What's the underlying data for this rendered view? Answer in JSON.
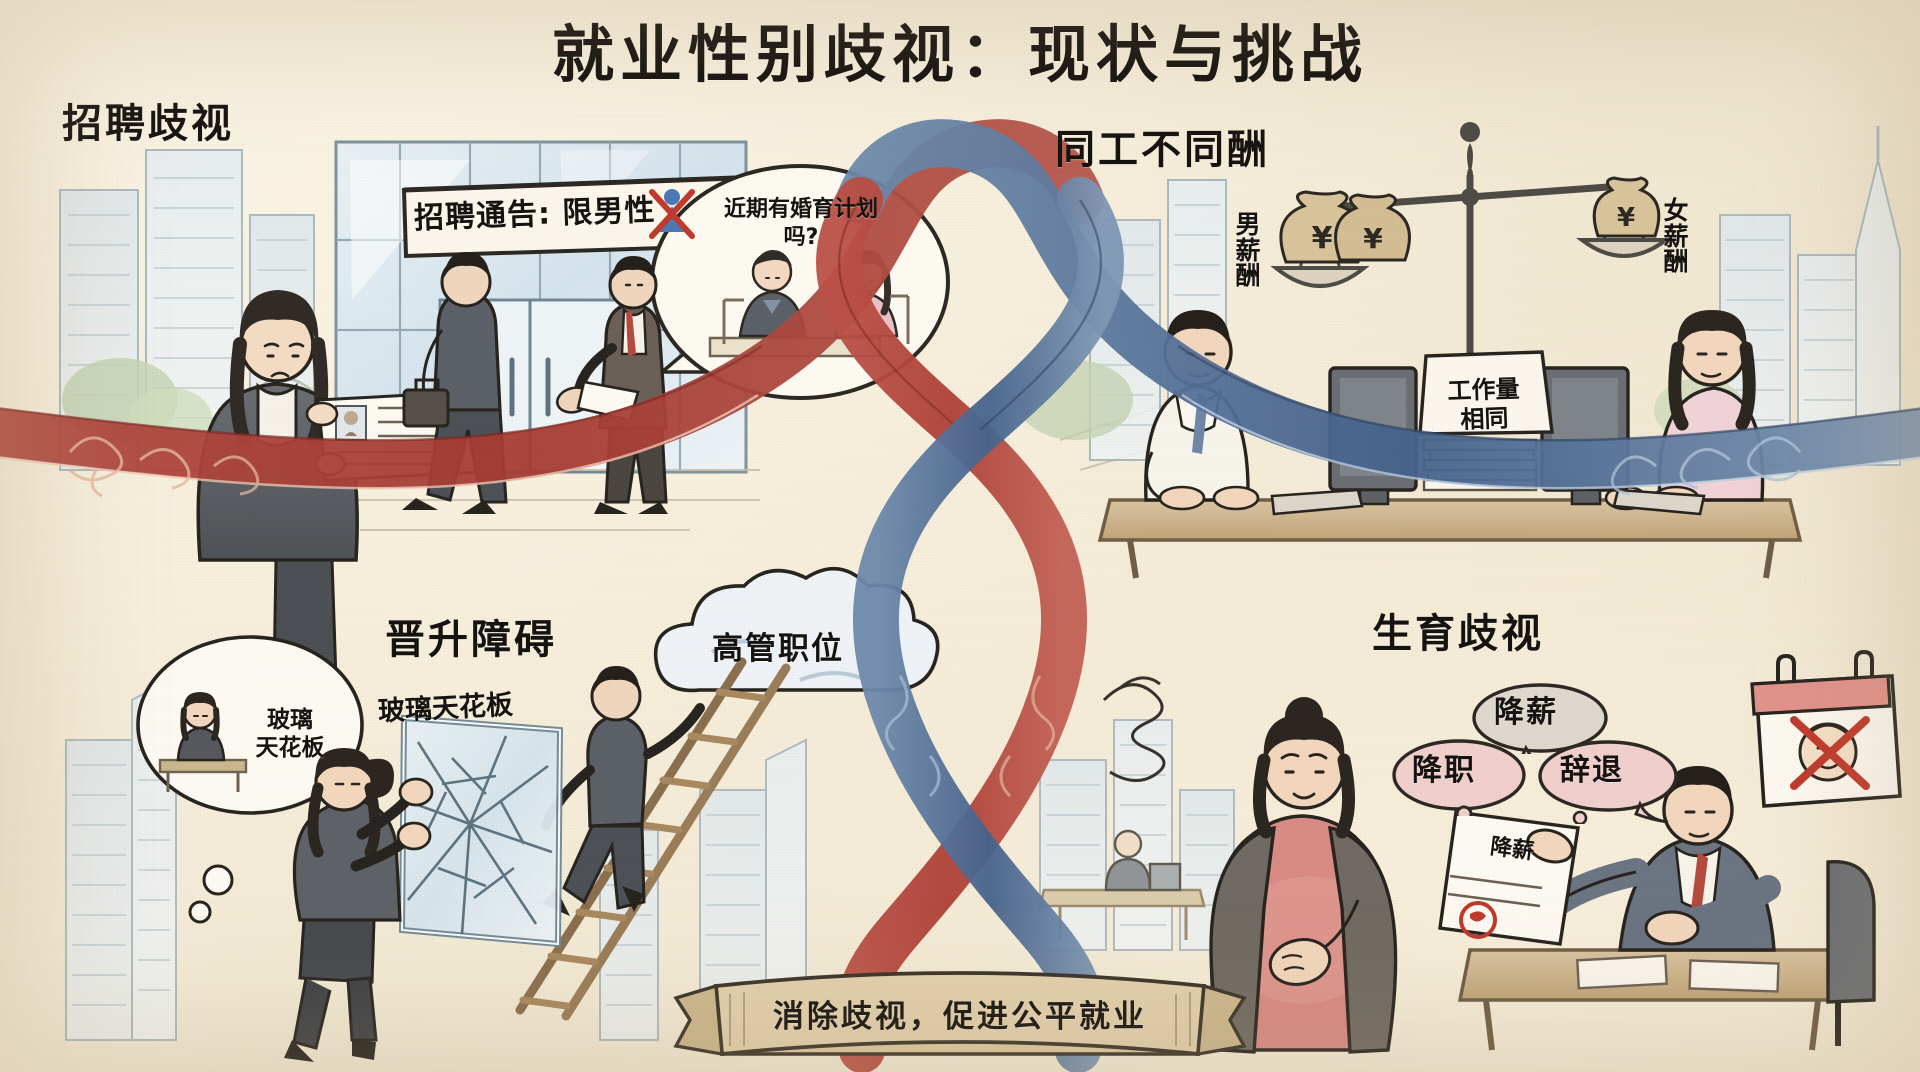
{
  "poster": {
    "title": "就业性别歧视：现状与挑战",
    "footer_banner": "消除歧视，促进公平就业",
    "style": "hand-drawn watercolor infographic on aged paper",
    "colors": {
      "paper": "#f4ecd8",
      "ink": "#141210",
      "ribbon_red": "#b4453c",
      "ribbon_blue": "#4a6b94",
      "bubble_pink": "#f0cfcc",
      "bubble_grey": "#ded8ce",
      "money_bag": "#d8c49a",
      "glass_blue": "#cfe0ea",
      "seal_red": "#c0392b",
      "banner_tan": "#ddc9a3"
    }
  },
  "panels": [
    {
      "id": "hiring",
      "heading": "招聘歧视",
      "heading_pos": "top-left",
      "labels": {
        "notice_board": "招聘通告: 限男性",
        "notice_icon": "crossed-out-female-icon",
        "interview_question": "近期有婚育计划吗?"
      },
      "scene_items": [
        "woman-in-suit-holding-resume",
        "male-applicant-with-briefcase-entering",
        "recruiter-gesturing-away",
        "glass-office-building",
        "interview-scene-in-speech-bubble"
      ]
    },
    {
      "id": "equal-pay",
      "heading": "同工不同酬",
      "heading_pos": "top-right",
      "labels": {
        "left_scale": "男薪酬",
        "right_scale": "女薪酬",
        "desk_sign": "工作量\n相同",
        "money_symbol": "¥"
      },
      "scene_items": [
        "unbalanced-scale",
        "two-money-bags-heavy-side",
        "one-money-bag-light-side",
        "male-worker-at-computer",
        "female-worker-at-computer",
        "stack-of-documents",
        "city-skyline"
      ]
    },
    {
      "id": "promotion",
      "heading": "晋升障碍",
      "heading_pos": "bottom-left",
      "labels": {
        "thought_bubble": "玻璃\n天花板",
        "glass_panel": "玻璃天花板",
        "cloud": "高管职位"
      },
      "scene_items": [
        "woman-pushing-cracked-glass-panel",
        "man-climbing-ladder",
        "thought-bubble-with-executive",
        "cloud-with-executive-position",
        "city-skyline"
      ]
    },
    {
      "id": "maternity",
      "heading": "生育歧视",
      "heading_pos": "bottom-right",
      "labels": {
        "bubble_pay_cut": "降薪",
        "bubble_demotion": "降职",
        "bubble_dismissal": "辞退",
        "document": "降薪",
        "calendar_icon": "crossed-out-baby-calendar-icon"
      },
      "scene_items": [
        "pregnant-woman-worried",
        "manager-handing-document",
        "office-desk-with-papers",
        "red-seal-stamp",
        "calendar-with-crossed-baby",
        "scribble-worry-cloud"
      ]
    }
  ],
  "ribbons": [
    {
      "name": "red-ribbon",
      "color": "#b4453c",
      "path": "sweeps from left edge through center, crossing"
    },
    {
      "name": "blue-ribbon",
      "color": "#4a6b94",
      "path": "sweeps from right edge through center, crossing"
    }
  ]
}
